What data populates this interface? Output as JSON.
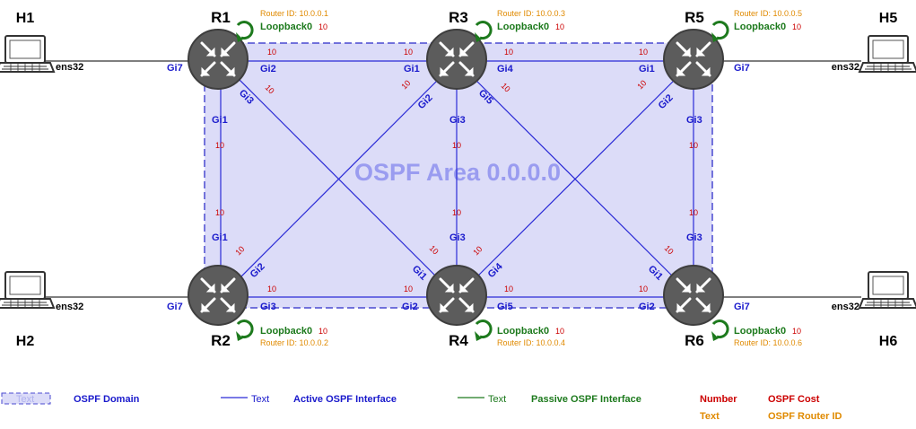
{
  "colors": {
    "area_fill": "#dcdcf8",
    "area_border": "#4a4ad0",
    "active_link": "#2b2bd6",
    "passive_link": "#1d7a1d",
    "host_link": "#333333",
    "router_body": "#5a5a5a",
    "cost": "#cc0000",
    "router_id": "#e08a00",
    "loopback": "#1d7a1d",
    "interface_label": "#1a1acc"
  },
  "area_label": "OSPF Area 0.0.0.0",
  "routers": {
    "r1": {
      "name": "R1",
      "router_id": "Router ID: 10.0.0.1",
      "loopback": "Loopback0",
      "loopback_cost": "10"
    },
    "r2": {
      "name": "R2",
      "router_id": "Router ID: 10.0.0.2",
      "loopback": "Loopback0",
      "loopback_cost": "10"
    },
    "r3": {
      "name": "R3",
      "router_id": "Router ID: 10.0.0.3",
      "loopback": "Loopback0",
      "loopback_cost": "10"
    },
    "r4": {
      "name": "R4",
      "router_id": "Router ID: 10.0.0.4",
      "loopback": "Loopback0",
      "loopback_cost": "10"
    },
    "r5": {
      "name": "R5",
      "router_id": "Router ID: 10.0.0.5",
      "loopback": "Loopback0",
      "loopback_cost": "10"
    },
    "r6": {
      "name": "R6",
      "router_id": "Router ID: 10.0.0.6",
      "loopback": "Loopback0",
      "loopback_cost": "10"
    }
  },
  "hosts": {
    "h1": {
      "name": "H1",
      "nic": "ens32"
    },
    "h2": {
      "name": "H2",
      "nic": "ens32"
    },
    "h5": {
      "name": "H5",
      "nic": "ens32"
    },
    "h6": {
      "name": "H6",
      "nic": "ens32"
    }
  },
  "interfaces": {
    "r1_h1": "Gi7",
    "r1_r3": "Gi2",
    "r1_r4": "Gi3",
    "r1_r2": "Gi1",
    "r2_h2": "Gi7",
    "r2_r1": "Gi1",
    "r2_r3": "Gi2",
    "r2_r4": "Gi3",
    "r3_r1": "Gi1",
    "r3_r2": "Gi2",
    "r3_r4": "Gi3",
    "r3_r5": "Gi4",
    "r3_r6": "Gi5",
    "r4_r1": "Gi1",
    "r4_r2": "Gi2",
    "r4_r3": "Gi3",
    "r4_r5": "Gi4",
    "r4_r6": "Gi5",
    "r5_h5": "Gi7",
    "r5_r3": "Gi1",
    "r5_r4": "Gi2",
    "r5_r6": "Gi3",
    "r6_h6": "Gi7",
    "r6_r4": "Gi2",
    "r6_r5": "Gi3",
    "r6_r3": "Gi1"
  },
  "costs": {
    "r1_r3_a": "10",
    "r1_r3_b": "10",
    "r1_r4_a": "10",
    "r1_r4_b": "10",
    "r1_r2_a": "10",
    "r1_r2_b": "10",
    "r2_r3_a": "10",
    "r2_r3_b": "10",
    "r2_r4_a": "10",
    "r2_r4_b": "10",
    "r3_r4_a": "10",
    "r3_r4_b": "10",
    "r3_r5_a": "10",
    "r3_r5_b": "10",
    "r3_r6_a": "10",
    "r3_r6_b": "10",
    "r4_r5_a": "10",
    "r4_r5_b": "10",
    "r4_r6_a": "10",
    "r4_r6_b": "10",
    "r5_r6_a": "10",
    "r5_r6_b": "10"
  },
  "legend": {
    "domain_sample": "Text",
    "domain_label": "OSPF Domain",
    "active_sample": "Text",
    "active_label": "Active OSPF Interface",
    "passive_sample": "Text",
    "passive_label": "Passive OSPF Interface",
    "cost_sample": "Number",
    "cost_label": "OSPF Cost",
    "rid_sample": "Text",
    "rid_label": "OSPF Router ID"
  }
}
